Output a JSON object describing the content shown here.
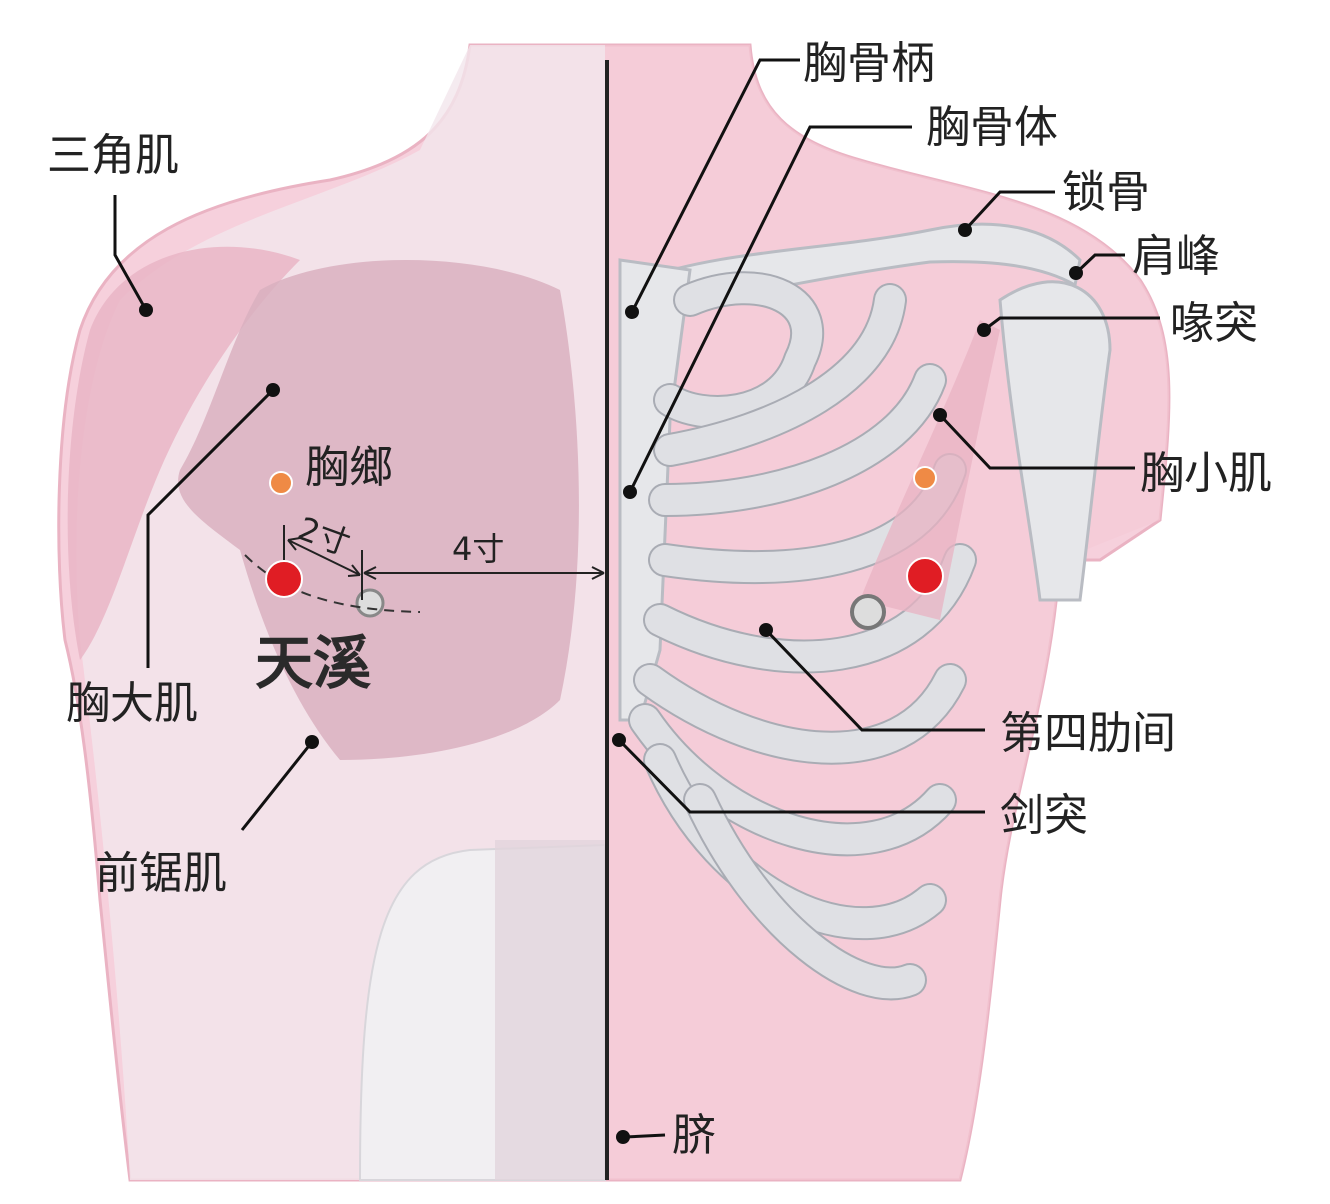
{
  "labels": {
    "manubrium": "胸骨柄",
    "sternum_body": "胸骨体",
    "clavicle": "锁骨",
    "acromion": "肩峰",
    "coracoid": "喙突",
    "pectoralis_minor": "胸小肌",
    "fourth_intercostal": "第四肋间",
    "xiphoid": "剑突",
    "navel": "脐",
    "deltoid": "三角肌",
    "pectoralis_major": "胸大肌",
    "serratus_anterior": "前锯肌",
    "xiongxiang": "胸鄉",
    "tianxi": "天溪"
  },
  "measurements": {
    "two_cun": "2寸",
    "four_cun": "4寸"
  },
  "colors": {
    "skin": "#f7d3de",
    "muscle": "#e8b8c6",
    "acupoint_main": "#e01d24",
    "acupoint_secondary": "#ef8a45",
    "bone": "#e6e7ea"
  }
}
